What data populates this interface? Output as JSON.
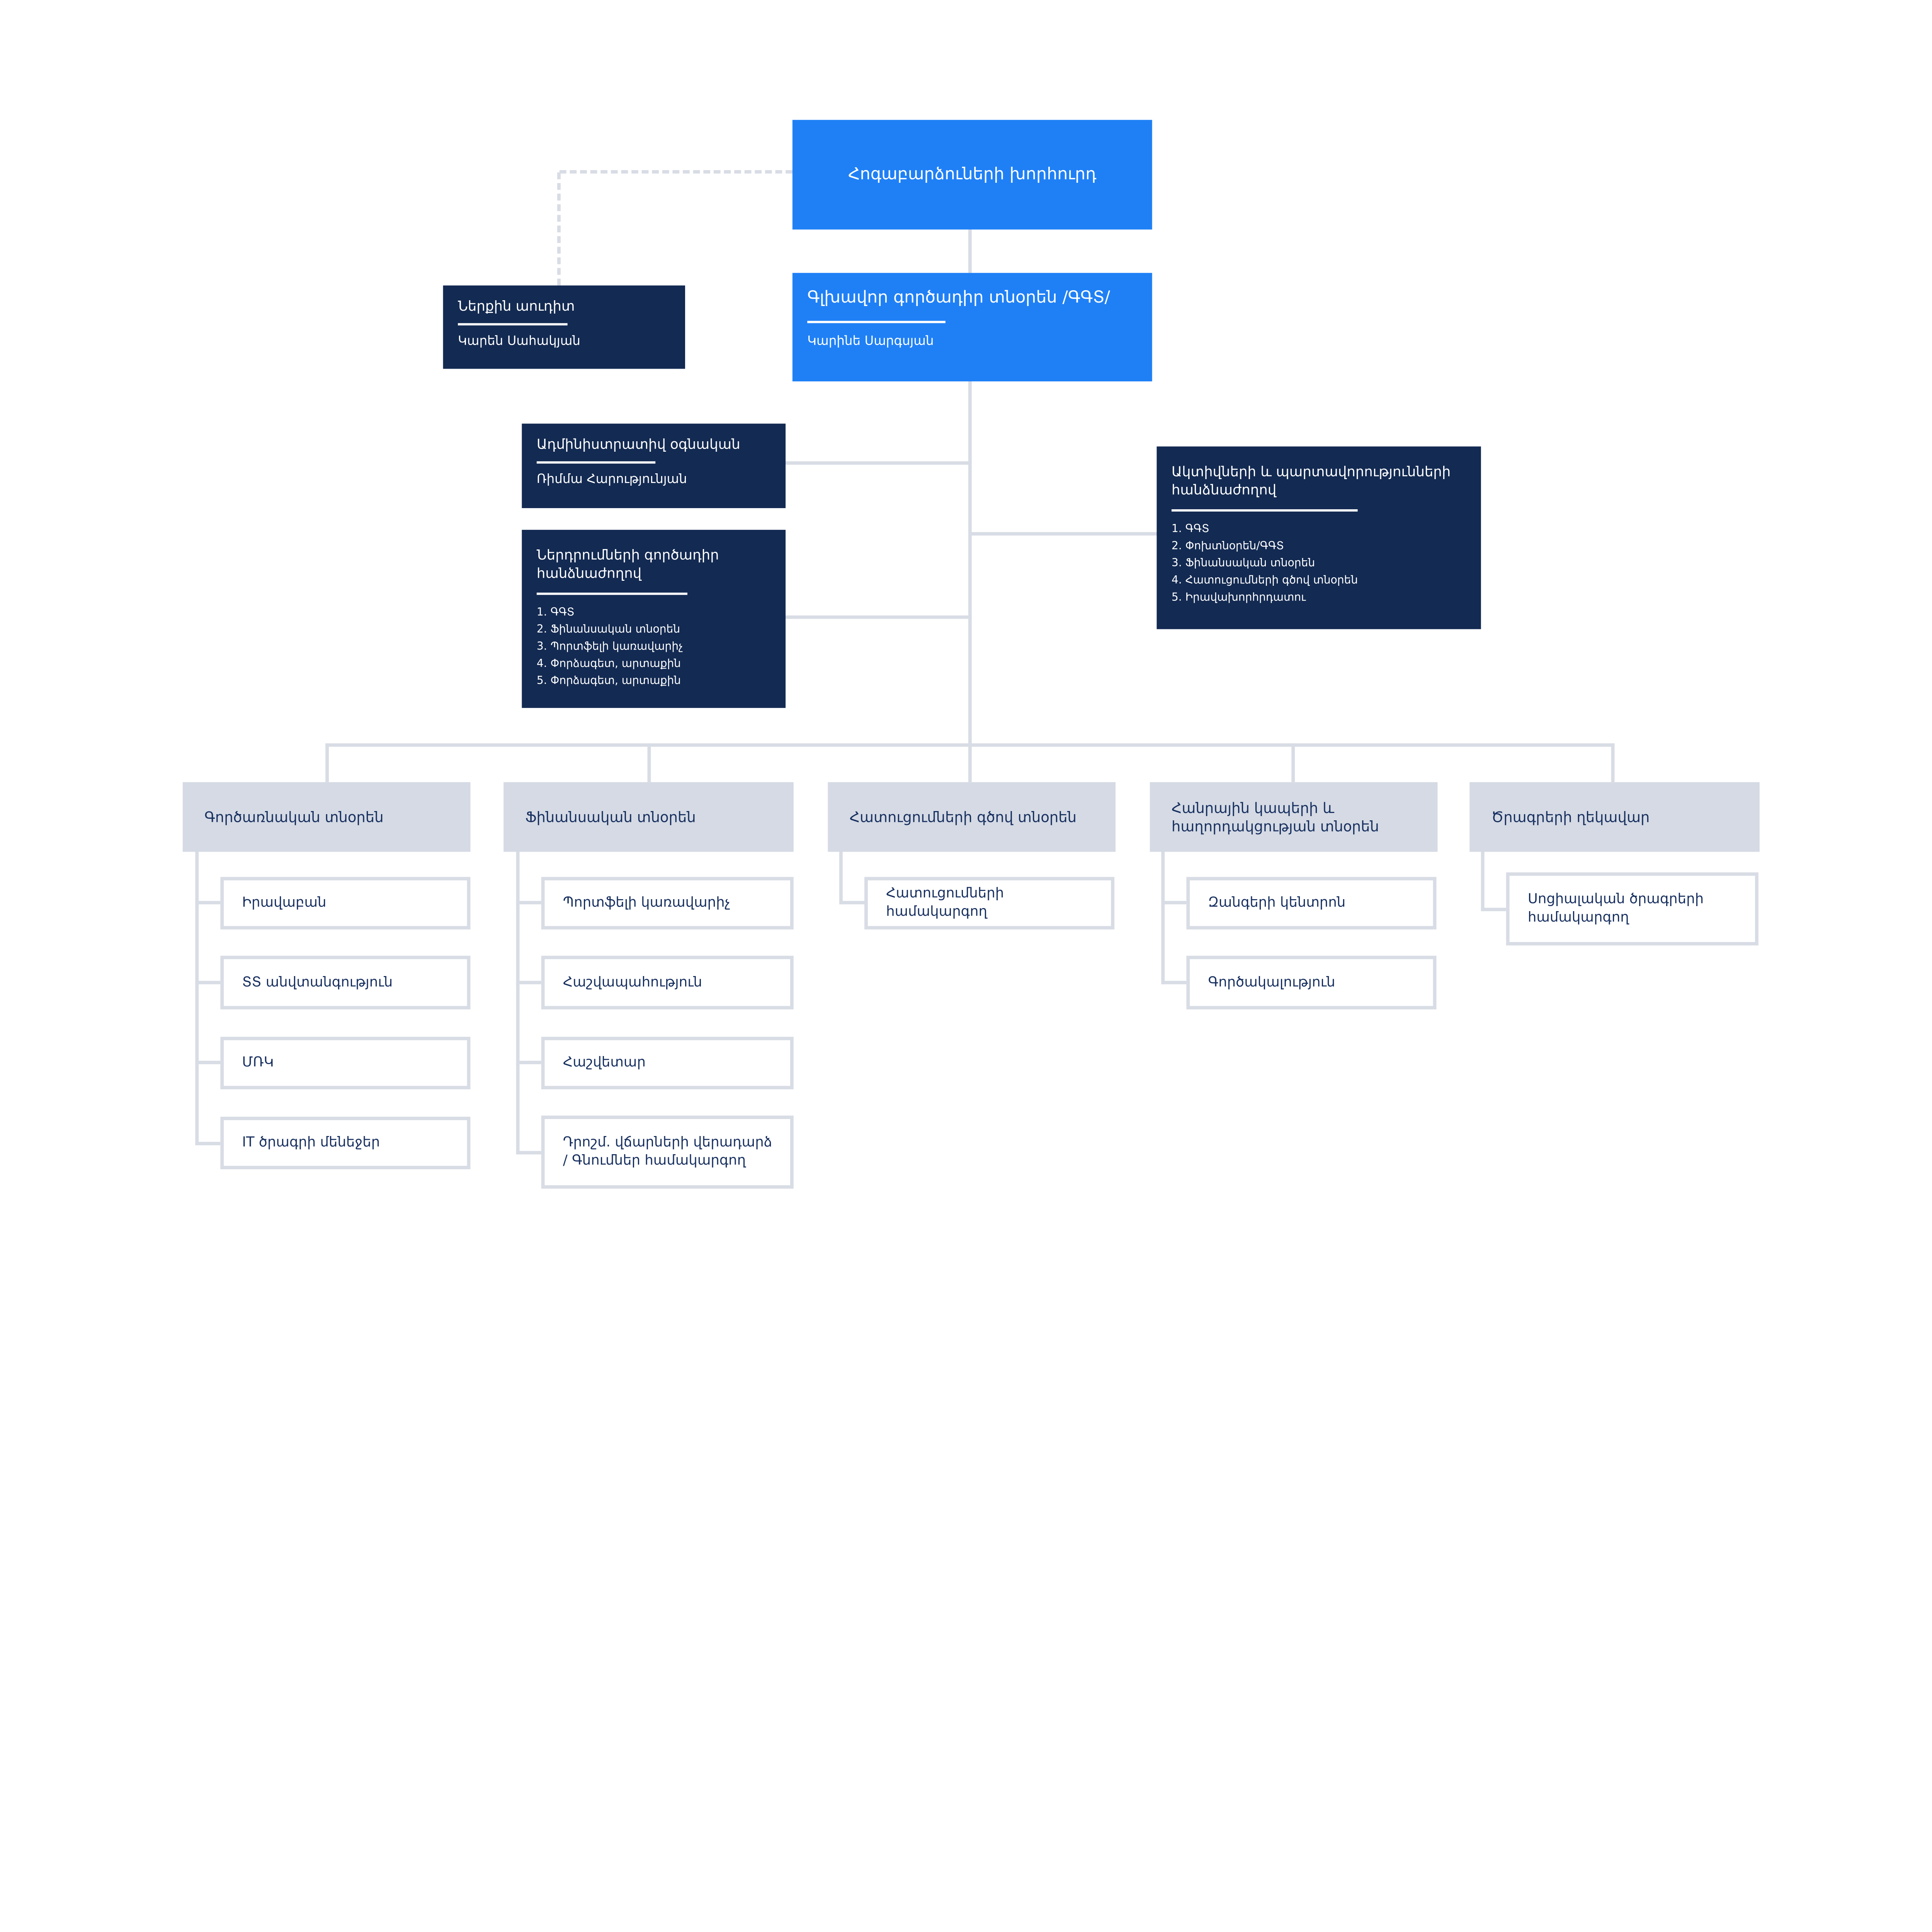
{
  "colors": {
    "accent_blue": "#1f80f6",
    "navy": "#132a52",
    "header_bg": "#d5dae4",
    "connector": "#d8dce5",
    "text_navy": "#183060",
    "background": "#ffffff"
  },
  "org": {
    "board": {
      "title": "Հոգաբարձուների խորհուրդ"
    },
    "ceo": {
      "title": "Գլխավոր գործադիր տնօրեն /ԳԳՏ/",
      "name": "Կարինե Սարգսյան"
    },
    "internal_audit": {
      "title": "Ներքին աուդիտ",
      "name": "Կարեն Սահակյան"
    },
    "admin_assistant": {
      "title": "Ադմինիստրատիվ օգնական",
      "name": "Ռիմմա Հարությունյան"
    },
    "investment_committee": {
      "title": "Ներդրումների գործադիր հանձնաժողով",
      "members": [
        "1. ԳԳՏ",
        "2. Ֆինանսական տնօրեն",
        "3. Պորտֆելի կառավարիչ",
        "4. Փորձագետ, արտաքին",
        "5. Փորձագետ, արտաքին"
      ]
    },
    "alco_committee": {
      "title": "Ակտիվների և պարտավորությունների հանձնաժողով",
      "members": [
        "1. ԳԳՏ",
        "2. Փոխտնօրեն/ԳԳՏ",
        "3. Ֆինանսական տնօրեն",
        "4. Հատուցումների գծով տնօրեն",
        "5. Իրավախորհրդատու"
      ]
    },
    "departments": [
      {
        "title": "Գործառնական տնօրեն",
        "children": [
          "Իրավաբան",
          "ՏՏ անվտանգություն",
          "ՄՌԿ",
          "IT ծրագրի մենեջեր"
        ]
      },
      {
        "title": "Ֆինանսական տնօրեն",
        "children": [
          "Պորտֆելի կառավարիչ",
          "Հաշվապահություն",
          "Հաշվետար",
          "Դրոշմ. վճարների վերադարձ / Գնումներ համակարգող"
        ]
      },
      {
        "title": "Հատուցումների գծով տնօրեն",
        "children": [
          "Հատուցումների համակարգող"
        ]
      },
      {
        "title": "Հանրային կապերի և հաղորդակցության տնօրեն",
        "children": [
          "Զանգերի կենտրոն",
          "Գործակալություն"
        ]
      },
      {
        "title": "Ծրագրերի ղեկավար",
        "children": [
          "Սոցիալական ծրագրերի համակարգող"
        ]
      }
    ]
  }
}
